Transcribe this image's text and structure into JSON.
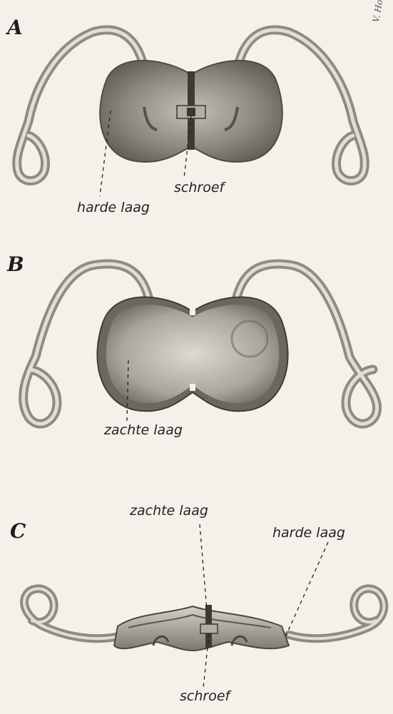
{
  "panels": {
    "a": {
      "letter": "A",
      "labels": {
        "hard_layer": "harde laag",
        "screw": "schroef"
      }
    },
    "b": {
      "letter": "B",
      "labels": {
        "soft_layer": "zachte laag"
      }
    },
    "c": {
      "letter": "C",
      "labels": {
        "soft_layer": "zachte laag",
        "hard_layer": "harde laag",
        "screw": "schroef"
      }
    }
  },
  "signature": "V. Hooyhaas",
  "colors": {
    "paper": "#f4f1ea",
    "ink": "#222222",
    "wire": "#8f8b82",
    "wire_highlight": "#e2ded4",
    "plate_dark": "#6e6a63",
    "plate_light": "#cfcbc2"
  }
}
